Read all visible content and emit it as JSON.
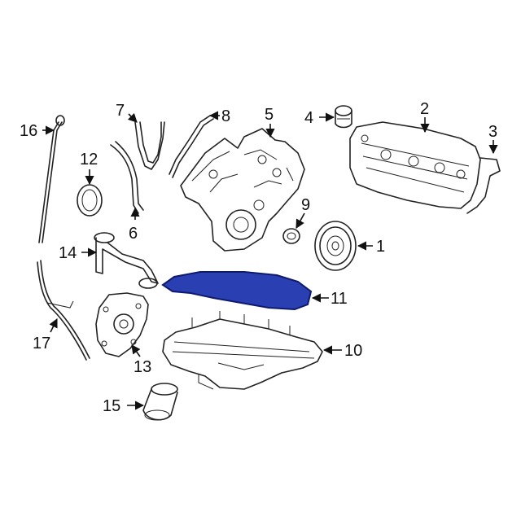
{
  "diagram": {
    "highlight_color": "#2a3fb2",
    "parts": [
      {
        "id": "1",
        "label": "1"
      },
      {
        "id": "2",
        "label": "2"
      },
      {
        "id": "3",
        "label": "3"
      },
      {
        "id": "4",
        "label": "4"
      },
      {
        "id": "5",
        "label": "5"
      },
      {
        "id": "6",
        "label": "6"
      },
      {
        "id": "7",
        "label": "7"
      },
      {
        "id": "8",
        "label": "8"
      },
      {
        "id": "9",
        "label": "9"
      },
      {
        "id": "10",
        "label": "10"
      },
      {
        "id": "11",
        "label": "11",
        "highlighted": true
      },
      {
        "id": "12",
        "label": "12"
      },
      {
        "id": "13",
        "label": "13"
      },
      {
        "id": "14",
        "label": "14"
      },
      {
        "id": "15",
        "label": "15"
      },
      {
        "id": "16",
        "label": "16"
      },
      {
        "id": "17",
        "label": "17"
      }
    ]
  }
}
